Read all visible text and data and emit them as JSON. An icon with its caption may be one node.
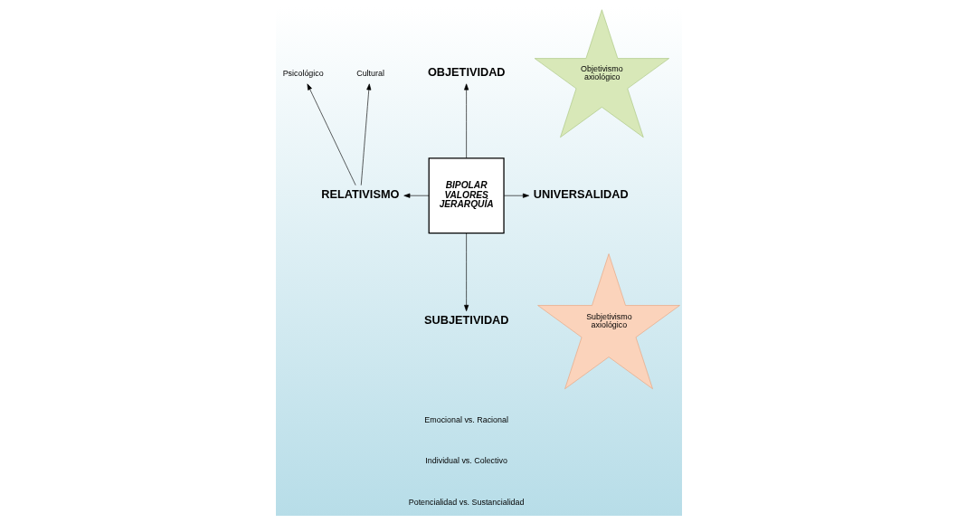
{
  "diagram": {
    "nodes": [
      {
        "text": [
          "OBJETIVIDAD"
        ]
      },
      {
        "text": [
          "Psicológico"
        ]
      },
      {
        "text": [
          "Cultural"
        ]
      },
      {
        "text": [
          "RELATIVISMO"
        ]
      },
      {
        "text": [
          "BIPOLAR VALORES JERARQUÍA"
        ]
      },
      {
        "text": [
          "UNIVERSALIDAD"
        ]
      },
      {
        "text": [
          "Objetivismo axiológico"
        ]
      },
      {
        "text": [
          "Subjetivismo axiológico"
        ]
      },
      {
        "text": [
          "SUBJETIVIDAD"
        ]
      }
    ],
    "edges": [
      {
        "from": 4,
        "to": 0,
        "arrow": "to"
      },
      {
        "from": 4,
        "to": 3,
        "arrow": "to"
      },
      {
        "from": 4,
        "to": 5,
        "arrow": "to"
      },
      {
        "from": 4,
        "to": 8,
        "arrow": "to"
      },
      {
        "from": 3,
        "to": 1,
        "arrow": "to"
      },
      {
        "from": 3,
        "to": 2,
        "arrow": "to"
      }
    ],
    "labels": [
      "Emocional vs. Racional",
      "Individual vs. Colectivo",
      "Potencialidad vs. Sustancialidad"
    ]
  }
}
